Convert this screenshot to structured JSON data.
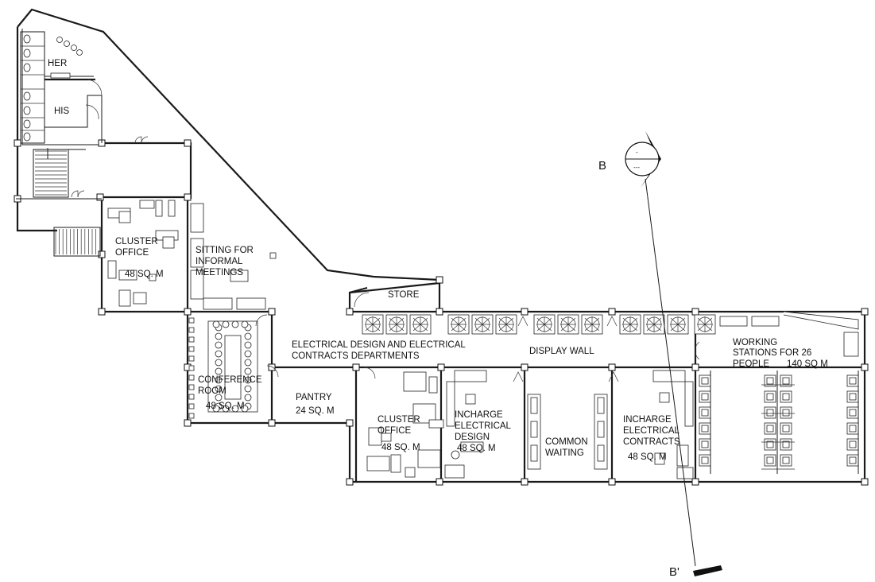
{
  "rooms": {
    "her": "HER",
    "his": "HIS",
    "cluster_office_1": {
      "name_l1": "CLUSTER",
      "name_l2": "OFFICE",
      "area": "48 SQ. M"
    },
    "sitting": {
      "l1": "SITTING FOR",
      "l2": "INFORMAL",
      "l3": "MEETINGS"
    },
    "store": "STORE",
    "conference": {
      "l1": "CONFERENCE",
      "l2": "ROOM",
      "area": "48 SQ. M"
    },
    "electrical": {
      "l1": "ELECTRICAL DESIGN AND ELECTRICAL",
      "l2": "CONTRACTS DEPARTMENTS"
    },
    "display_wall": "DISPLAY WALL",
    "pantry": {
      "name": "PANTRY",
      "area": "24 SQ. M"
    },
    "cluster_office_2": {
      "name_l1": "CLUSTER",
      "name_l2": "OFFICE",
      "area": "48 SQ. M"
    },
    "incharge_design": {
      "l1": "INCHARGE",
      "l2": "ELECTRICAL",
      "l3": "DESIGN",
      "area": "48 SQ. M"
    },
    "common_waiting": {
      "l1": "COMMON",
      "l2": "WAITING"
    },
    "incharge_contracts": {
      "l1": "INCHARGE",
      "l2": "ELECTRICAL",
      "l3": "CONTRACTS",
      "area": "48 SQ. M"
    },
    "workstations": {
      "l1": "WORKING",
      "l2": "STATIONS FOR 26",
      "l3": "PEOPLE",
      "area": "140 SQ M"
    }
  },
  "section_marker": {
    "start_label": "B",
    "end_label": "B'",
    "bubble_top": "-",
    "bubble_bottom": "---"
  }
}
